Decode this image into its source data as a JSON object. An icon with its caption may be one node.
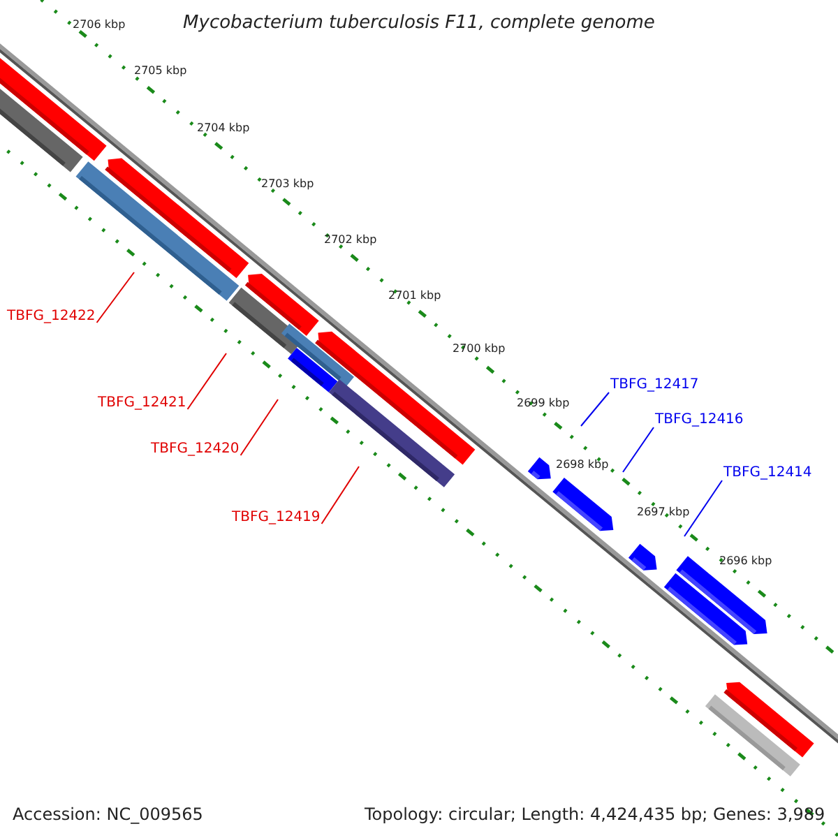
{
  "diagram": {
    "title": "Mycobacterium tuberculosis F11, complete genome",
    "nodes": [
      {
        "text": [
          "TBFG_12422"
        ]
      },
      {
        "text": [
          "TBFG_12421"
        ]
      },
      {
        "text": [
          "TBFG_12420"
        ]
      },
      {
        "text": [
          "TBFG_12419"
        ]
      },
      {
        "text": [
          "TBFG_12417"
        ]
      },
      {
        "text": [
          "TBFG_12416"
        ]
      },
      {
        "text": [
          "TBFG_12414"
        ]
      }
    ],
    "edges": [
      {
        "from": 0,
        "to": null,
        "arrow": "none"
      },
      {
        "from": 1,
        "to": null,
        "arrow": "none"
      },
      {
        "from": 2,
        "to": null,
        "arrow": "none"
      },
      {
        "from": 3,
        "to": null,
        "arrow": "none"
      },
      {
        "from": 4,
        "to": null,
        "arrow": "none",
        "color": "#0000ee"
      },
      {
        "from": 5,
        "to": null,
        "arrow": "none",
        "color": "#0000ee"
      },
      {
        "from": 6,
        "to": null,
        "arrow": "none",
        "color": "#0000ee"
      }
    ],
    "labels": [
      "2706 kbp",
      "2705 kbp",
      "2704 kbp",
      "2703 kbp",
      "2702 kbp",
      "2701 kbp",
      "2700 kbp",
      "2699 kbp",
      "2698 kbp",
      "2697 kbp",
      "2696 kbp",
      "Accession: NC_009565",
      "Topology: circular; Length: 4,424,435 bp; Genes: 3,989"
    ]
  }
}
